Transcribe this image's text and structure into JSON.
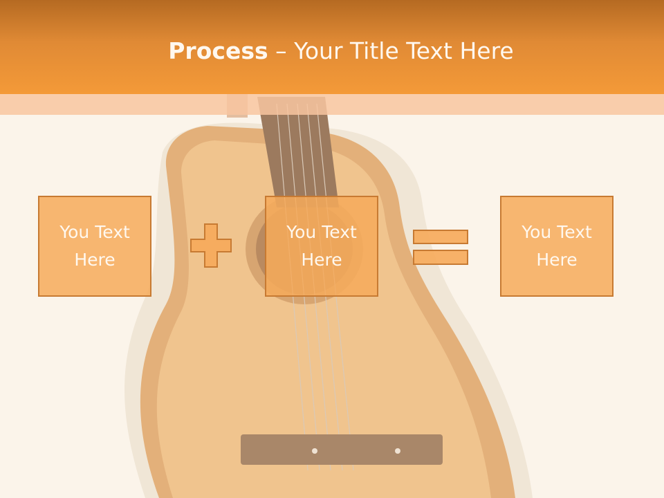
{
  "slide": {
    "title_bold": "Process",
    "title_dash": " – ",
    "title_rest": "Your Title Text Here"
  },
  "process": {
    "box1": "You Text Here",
    "box2": "You Text Here",
    "box3": "You Text Here",
    "operator1": "plus-icon",
    "operator2": "equals-icon"
  },
  "colors": {
    "title_bar": "#f49a38",
    "box_fill": "#f6aa5a",
    "box_border": "#c77a32",
    "text": "#fff8ef"
  }
}
